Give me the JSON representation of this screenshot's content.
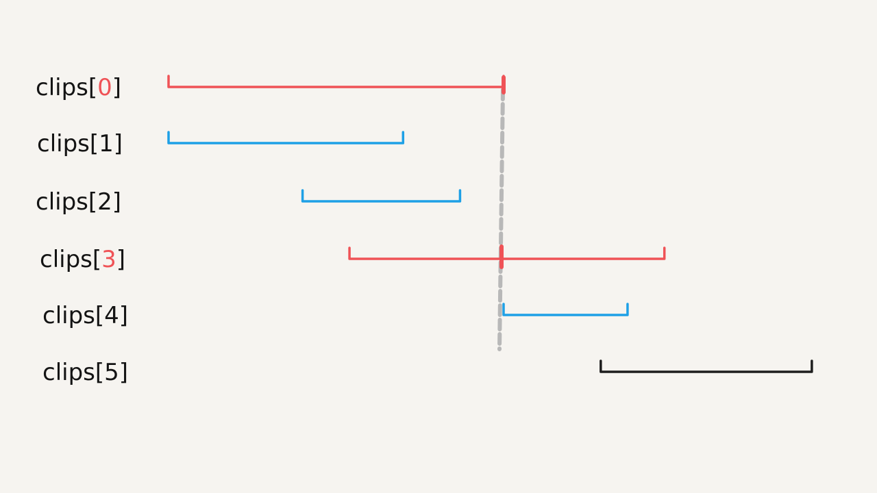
{
  "colors": {
    "background": "#f6f4f0",
    "highlight": "#ef5256",
    "normal": "#1ea0e6",
    "inactive": "#1e1e1e",
    "cutline": "#b8b8b8",
    "text": "#141414"
  },
  "clips": [
    {
      "prefix": "clips[",
      "index": "0",
      "suffix": "]",
      "start": 0,
      "end": 10,
      "status": "highlight"
    },
    {
      "prefix": "clips[",
      "index": "1",
      "suffix": "]",
      "start": 0,
      "end": 7,
      "status": "normal"
    },
    {
      "prefix": "clips[",
      "index": "2",
      "suffix": "]",
      "start": 4,
      "end": 8.7,
      "status": "normal"
    },
    {
      "prefix": "clips[",
      "index": "3",
      "suffix": "]",
      "start": 5.4,
      "end": 14.8,
      "status": "highlight"
    },
    {
      "prefix": "clips[",
      "index": "4",
      "suffix": "]",
      "start": 10,
      "end": 13.7,
      "status": "normal"
    },
    {
      "prefix": "clips[",
      "index": "5",
      "suffix": "]",
      "start": 12.9,
      "end": 19.2,
      "status": "inactive"
    }
  ],
  "cutline": {
    "value": 10
  }
}
